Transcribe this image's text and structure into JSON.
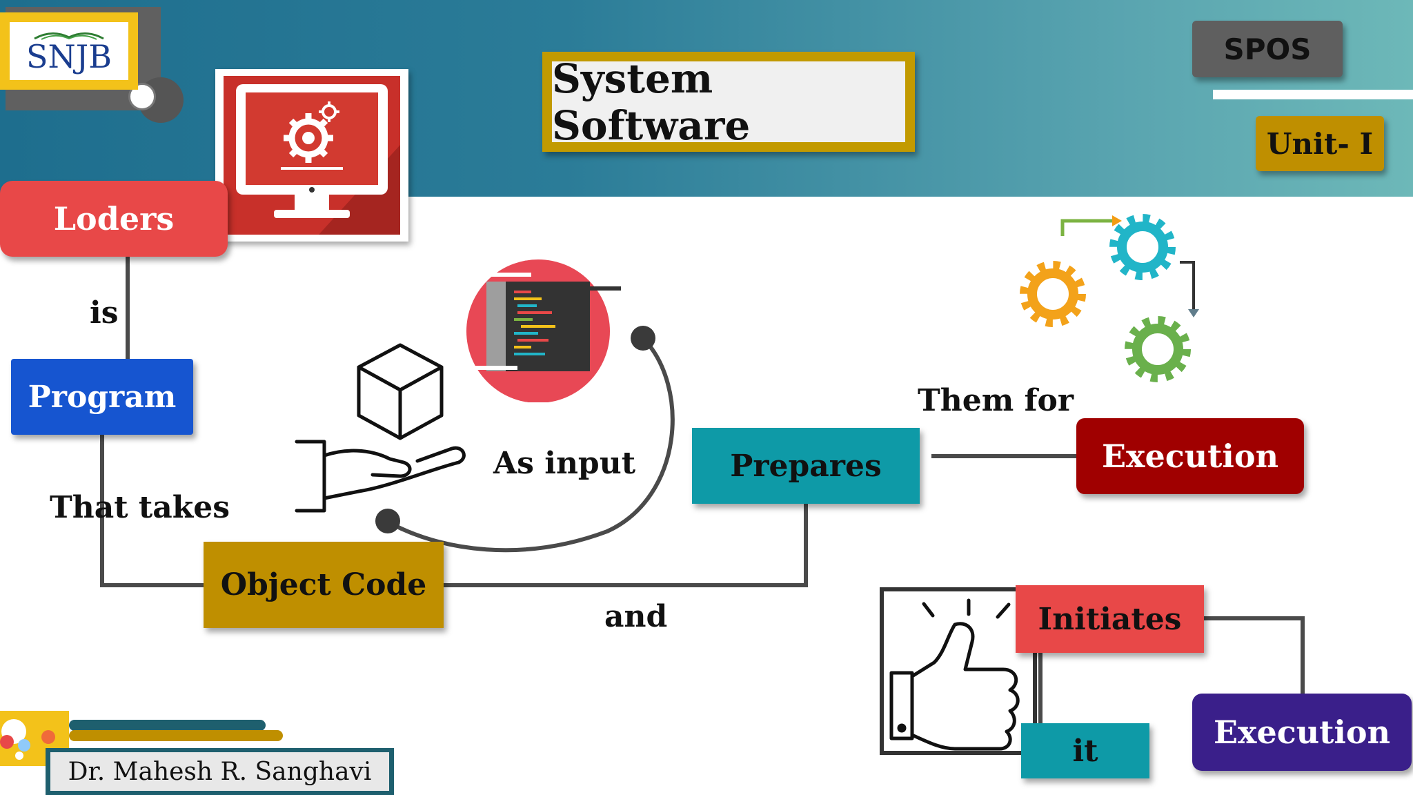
{
  "logo": {
    "text": "SNJB"
  },
  "title": "System Software",
  "course": "SPOS",
  "unit": "Unit- I",
  "author": "Dr. Mahesh R. Sanghavi",
  "nodes": {
    "loders": "Loders",
    "program": "Program",
    "object_code": "Object Code",
    "prepares": "Prepares",
    "execution_top": "Execution",
    "initiates": "Initiates",
    "it": "it",
    "execution_bottom": "Execution"
  },
  "edge_labels": {
    "is": "is",
    "that_takes": "That takes",
    "as_input": "As input",
    "them_for": "Them for",
    "and": "and"
  },
  "colors": {
    "header_teal": "#2b7c98",
    "loders_red": "#e84848",
    "program_blue": "#1655d0",
    "object_code_gold": "#bf8f00",
    "prepares_teal": "#0e9aa7",
    "execution_dark_red": "#a00000",
    "initiates_red": "#e84848",
    "it_teal": "#0e9aa7",
    "execution_purple": "#3a1f8a",
    "title_border_gold": "#c29a00",
    "course_gray": "#5f5f5f"
  }
}
